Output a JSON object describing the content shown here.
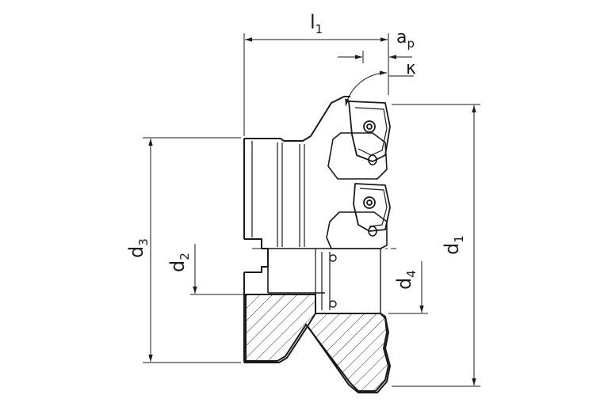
{
  "labels": {
    "l1": {
      "main": "l",
      "sub": "1"
    },
    "ap": {
      "main": "a",
      "sub": "p"
    },
    "kappa": "κ",
    "d1": {
      "main": "d",
      "sub": "1"
    },
    "d2": {
      "main": "d",
      "sub": "2"
    },
    "d3": {
      "main": "d",
      "sub": "3"
    },
    "d4": {
      "main": "d",
      "sub": "4"
    }
  },
  "colors": {
    "stroke": "#1a1a1a",
    "hatch": "#333333",
    "background": "#ffffff"
  }
}
